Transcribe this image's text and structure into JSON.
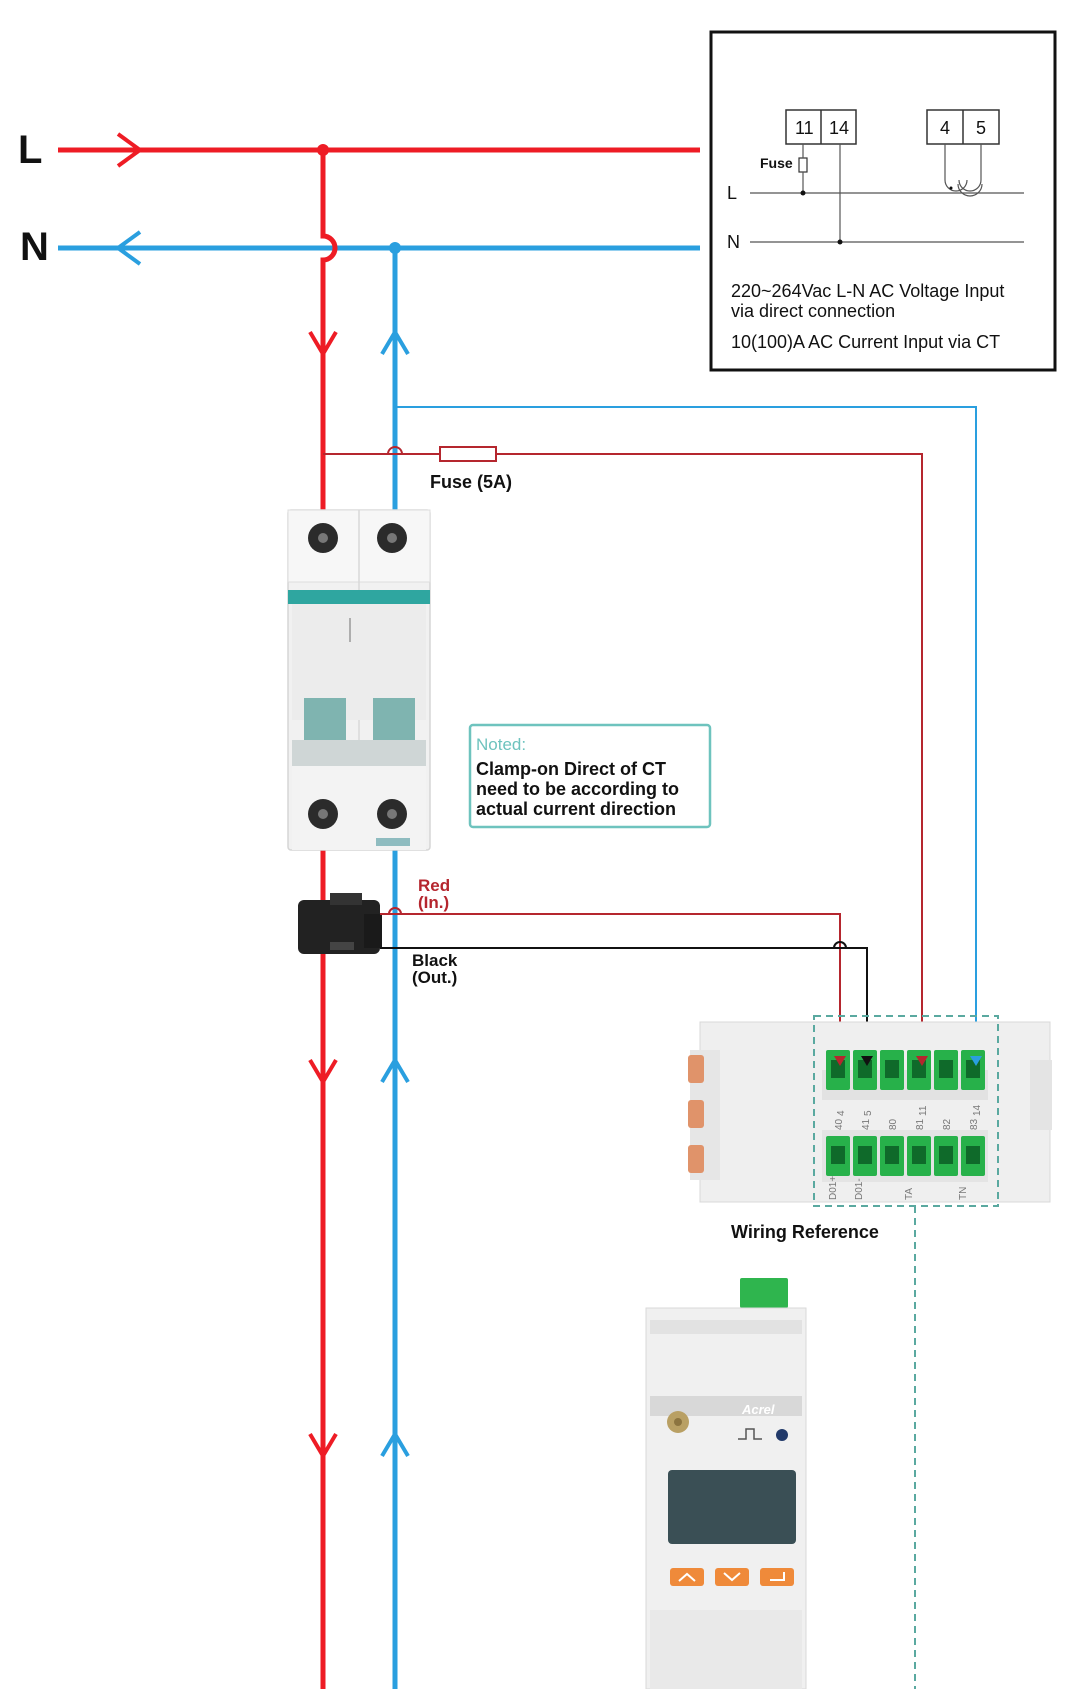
{
  "lines": {
    "l_label": "L",
    "n_label": "N"
  },
  "inset": {
    "terminals_a": [
      "11",
      "14"
    ],
    "terminals_b": [
      "4",
      "5"
    ],
    "fuse_label": "Fuse",
    "l_label": "L",
    "n_label": "N",
    "desc_line1": "220~264Vac L-N AC Voltage Input",
    "desc_line2": "via direct connection",
    "desc_line3": "10(100)A AC Current Input via CT"
  },
  "fuse": {
    "label": "Fuse (5A)"
  },
  "note": {
    "title": "Noted:",
    "line1": "Clamp-on Direct of CT",
    "line2": "need to be according to",
    "line3": "actual current direction"
  },
  "ct_wires": {
    "red_label": "Red",
    "red_sub": "(In.)",
    "black_label": "Black",
    "black_sub": "(Out.)"
  },
  "terminal_block": {
    "top_labels": [
      "4",
      "5",
      "11",
      "14"
    ],
    "mid_labels": [
      "40",
      "41",
      "80",
      "81",
      "82",
      "83"
    ],
    "bottom_labels": [
      "D01+",
      "D01-",
      "TA",
      "TN"
    ]
  },
  "wiring_reference": {
    "label": "Wiring Reference"
  },
  "meter": {
    "brand": "Acrel"
  },
  "colors": {
    "live": "#ee1c25",
    "neutral": "#2a9fdf",
    "dark_red_wire": "#b5262e",
    "green_terminal": "#27b14a",
    "dashed_teal": "#5aa9a0",
    "note_border": "#6ec3be"
  }
}
